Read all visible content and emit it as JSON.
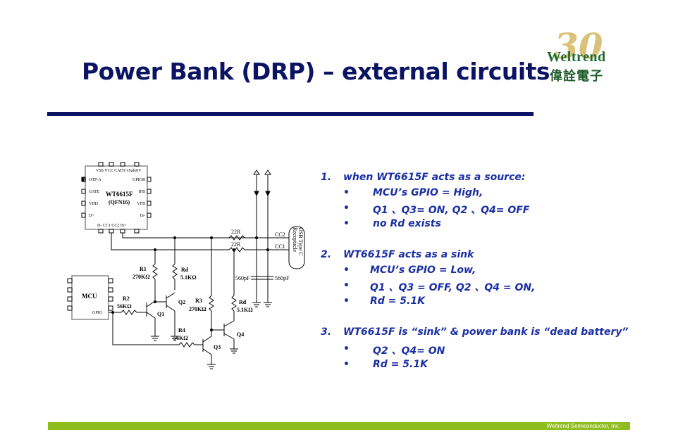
{
  "slide": {
    "title": "Power Bank (DRP) – external circuits",
    "footer": "Weltrend Semiconductor, Inc."
  },
  "logo": {
    "number": "30",
    "brand": "Weltrend",
    "chinese": "偉詮電子"
  },
  "points": [
    {
      "num": "1.",
      "heading": "when WT6615F acts as a source:",
      "bullets": [
        "MCU’s GPIO = High,",
        "Q1 、Q3= ON, Q2 、Q4= OFF",
        "no Rd exists"
      ]
    },
    {
      "num": "2.",
      "heading": "WT6615F acts as a sink",
      "bullets": [
        "MCU’s GPIO = Low,",
        "Q1 、Q3 = OFF, Q2 、Q4 = ON,",
        "Rd = 5.1K"
      ]
    },
    {
      "num": "3.",
      "heading": "WT6615F is “sink” & power bank is “dead battery”",
      "bullets": [
        "Q2 、Q4= ON",
        "Rd = 5.1K"
      ]
    }
  ],
  "bullet_char": "•",
  "schematic": {
    "chip": {
      "name": "WT6615F",
      "package": "(QFN16)",
      "pin1": "1",
      "top_pins": "VSS  VCC  CATH  vSafe0V",
      "bottom_pins": "D-   CC1  CC2    IS+",
      "left_pins": [
        "OTP-A",
        "GATE",
        "VDD",
        "D+"
      ],
      "right_pins": [
        "GPIOB",
        "IFB",
        "VFB",
        "IS-"
      ]
    },
    "mcu": {
      "name": "MCU",
      "gpio": "GPIO"
    },
    "labels": {
      "r1": "R1",
      "r1v": "270KΩ",
      "rd1": "Rd",
      "rd1v": "5.1KΩ",
      "r2": "R2",
      "r2v": "56KΩ",
      "q1": "Q1",
      "q2": "Q2",
      "r3": "R3",
      "r3v": "270KΩ",
      "rd2": "Rd",
      "rd2v": "5.1KΩ",
      "r4": "R4",
      "r4v": "56KΩ",
      "q3": "Q3",
      "q4": "Q4",
      "r22a": "22R",
      "r22b": "22R",
      "cc2": "CC2",
      "cc1": "CC1",
      "c1": "560pF",
      "c2": "560pF",
      "usb1": "USB Type C",
      "usb2": "Receptacle"
    }
  }
}
